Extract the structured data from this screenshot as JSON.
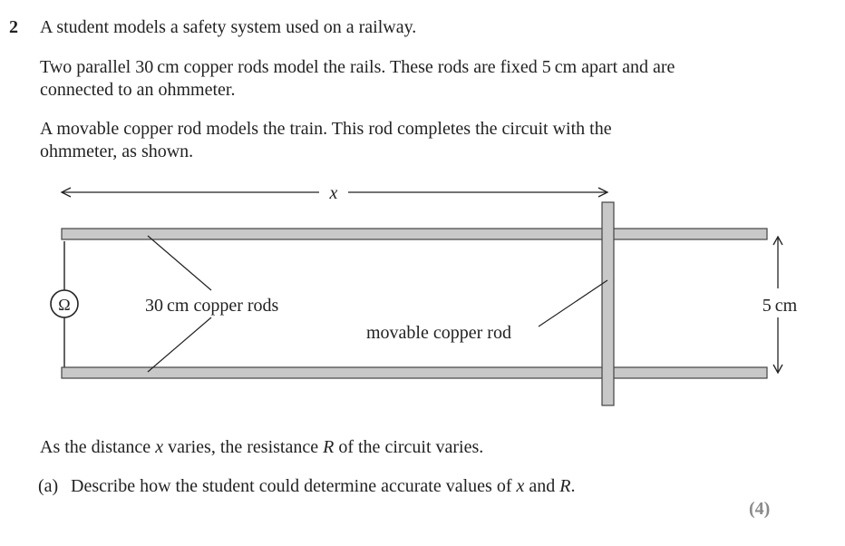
{
  "question": {
    "number": "2",
    "intro": "A student models a safety system used on a railway.",
    "para1_line1": "Two parallel 30 cm copper rods model the rails. These rods are fixed 5 cm apart and are",
    "para1_line2": "connected to an ohmmeter.",
    "para2_line1": "A movable copper rod models the train. This rod completes the circuit with the",
    "para2_line2": "ohmmeter, as shown."
  },
  "diagram": {
    "x_label": "x",
    "ohmmeter_symbol": "Ω",
    "rods_label": "30 cm copper rods",
    "movable_label": "movable copper rod",
    "gap_label": "5 cm"
  },
  "text_after": {
    "p1_a": "As the distance ",
    "p1_x": "x",
    "p1_b": " varies, the resistance ",
    "p1_R": "R",
    "p1_c": " of the circuit varies.",
    "part_a_label": "(a)",
    "part_a_text": "Describe how the student could determine accurate values of ",
    "part_a_x": "x",
    "part_a_and": " and ",
    "part_a_R": "R",
    "part_a_end": ".",
    "marks": "(4)"
  },
  "colors": {
    "rod_fill": "#c8c8c8",
    "rod_stroke": "#444444",
    "line": "#222222",
    "marks": "#8a8a8a"
  }
}
